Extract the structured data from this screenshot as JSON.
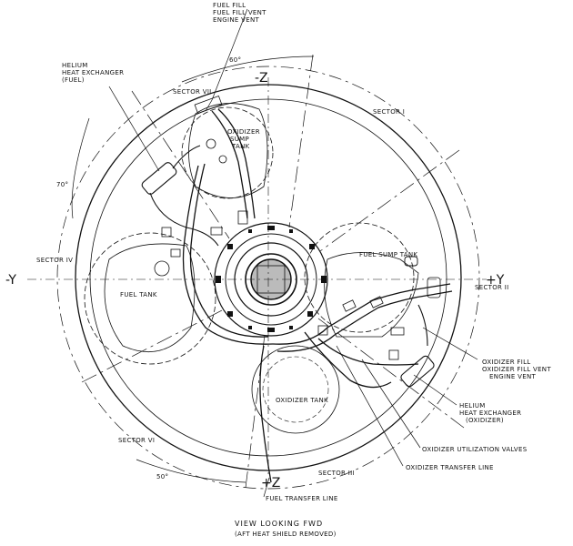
{
  "labels": {
    "fuel_vent_1": "FUEL FILL",
    "fuel_vent_2": "FUEL FILL VENT",
    "fuel_vent_3": "ENGINE VENT",
    "angle_top": "60°",
    "angle_left": "70°",
    "angle_bottom": "50°",
    "helium_fuel_1": "HELIUM",
    "helium_fuel_2": "HEAT EXCHANGER",
    "helium_fuel_3": "(FUEL)",
    "sector_vii": "SECTOR VII",
    "sector_i": "SECTOR I",
    "sector_iv": "SECTOR IV",
    "sector_ii": "SECTOR II",
    "sector_vi": "SECTOR VI",
    "sector_iii": "SECTOR III",
    "axis_minus_z": "-Z",
    "axis_plus_z": "+Z",
    "axis_minus_y": "-Y",
    "axis_plus_y": "+Y",
    "ox_sump_1": "OXIDIZER",
    "ox_sump_2": "SUMP",
    "ox_sump_3": "TANK",
    "fuel_sump": "FUEL SUMP TANK",
    "fuel_tank": "FUEL TANK",
    "oxidizer_tank": "OXIDIZER TANK",
    "ox_fill_1": "OXIDIZER FILL",
    "ox_fill_2": "OXIDIZER FILL VENT",
    "ox_fill_3": "ENGINE VENT",
    "helium_ox_1": "HELIUM",
    "helium_ox_2": "HEAT EXCHANGER",
    "helium_ox_3": "(OXIDIZER)",
    "ox_valves": "OXIDIZER UTILIZATION VALVES",
    "ox_transfer": "OXIDIZER TRANSFER LINE",
    "fuel_transfer": "FUEL TRANSFER LINE",
    "caption_main": "VIEW LOOKING FWD",
    "caption_sub": "(AFT HEAT SHIELD REMOVED)"
  }
}
